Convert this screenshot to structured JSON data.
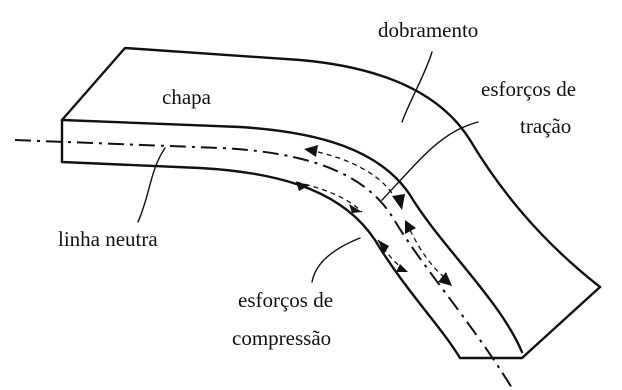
{
  "labels": {
    "dobramento": "dobramento",
    "chapa": "chapa",
    "tracao_line1": "esforços de",
    "tracao_line2": "tração",
    "linha_neutra": "linha neutra",
    "compressao_line1": "esforços de",
    "compressao_line2": "compressão"
  }
}
